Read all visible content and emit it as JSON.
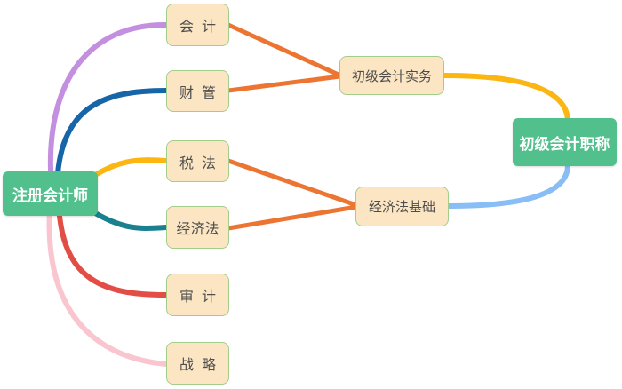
{
  "nodes": {
    "cpa": {
      "label": "注册会计师"
    },
    "accounting": {
      "label": "会  计"
    },
    "finance": {
      "label": "财  管"
    },
    "tax": {
      "label": "税  法"
    },
    "econlaw": {
      "label": "经济法"
    },
    "audit": {
      "label": "审  计"
    },
    "strategy": {
      "label": "战  略"
    },
    "junior_practice": {
      "label": "初级会计实务"
    },
    "econlaw_basics": {
      "label": "经济法基础"
    },
    "junior_title": {
      "label": "初级会计职称"
    }
  },
  "edges": [
    {
      "from": "cpa",
      "to": "accounting",
      "color_key": "edge_purple"
    },
    {
      "from": "cpa",
      "to": "finance",
      "color_key": "edge_dark_blue"
    },
    {
      "from": "cpa",
      "to": "tax",
      "color_key": "edge_amber"
    },
    {
      "from": "cpa",
      "to": "econlaw",
      "color_key": "edge_teal"
    },
    {
      "from": "cpa",
      "to": "audit",
      "color_key": "edge_red"
    },
    {
      "from": "cpa",
      "to": "strategy",
      "color_key": "edge_pink"
    },
    {
      "from": "accounting",
      "to": "junior_practice",
      "color_key": "edge_orange"
    },
    {
      "from": "finance",
      "to": "junior_practice",
      "color_key": "edge_orange"
    },
    {
      "from": "tax",
      "to": "econlaw_basics",
      "color_key": "edge_orange"
    },
    {
      "from": "econlaw",
      "to": "econlaw_basics",
      "color_key": "edge_orange"
    },
    {
      "from": "junior_practice",
      "to": "junior_title",
      "color_key": "edge_amber"
    },
    {
      "from": "econlaw_basics",
      "to": "junior_title",
      "color_key": "edge_light_blue"
    }
  ],
  "colors": {
    "root_node_bg": "#52c08c",
    "root_node_text": "#ffffff",
    "subject_node_bg": "#fbe5c3",
    "subject_node_border": "#a3ce8a",
    "subject_node_text": "#4d4d4d",
    "edge_purple": "#c48fe0",
    "edge_dark_blue": "#1665a9",
    "edge_amber": "#fbb612",
    "edge_teal": "#1a7f8e",
    "edge_red": "#e24d46",
    "edge_pink": "#f9c6d0",
    "edge_orange": "#ec7532",
    "edge_light_blue": "#88bdf6"
  }
}
